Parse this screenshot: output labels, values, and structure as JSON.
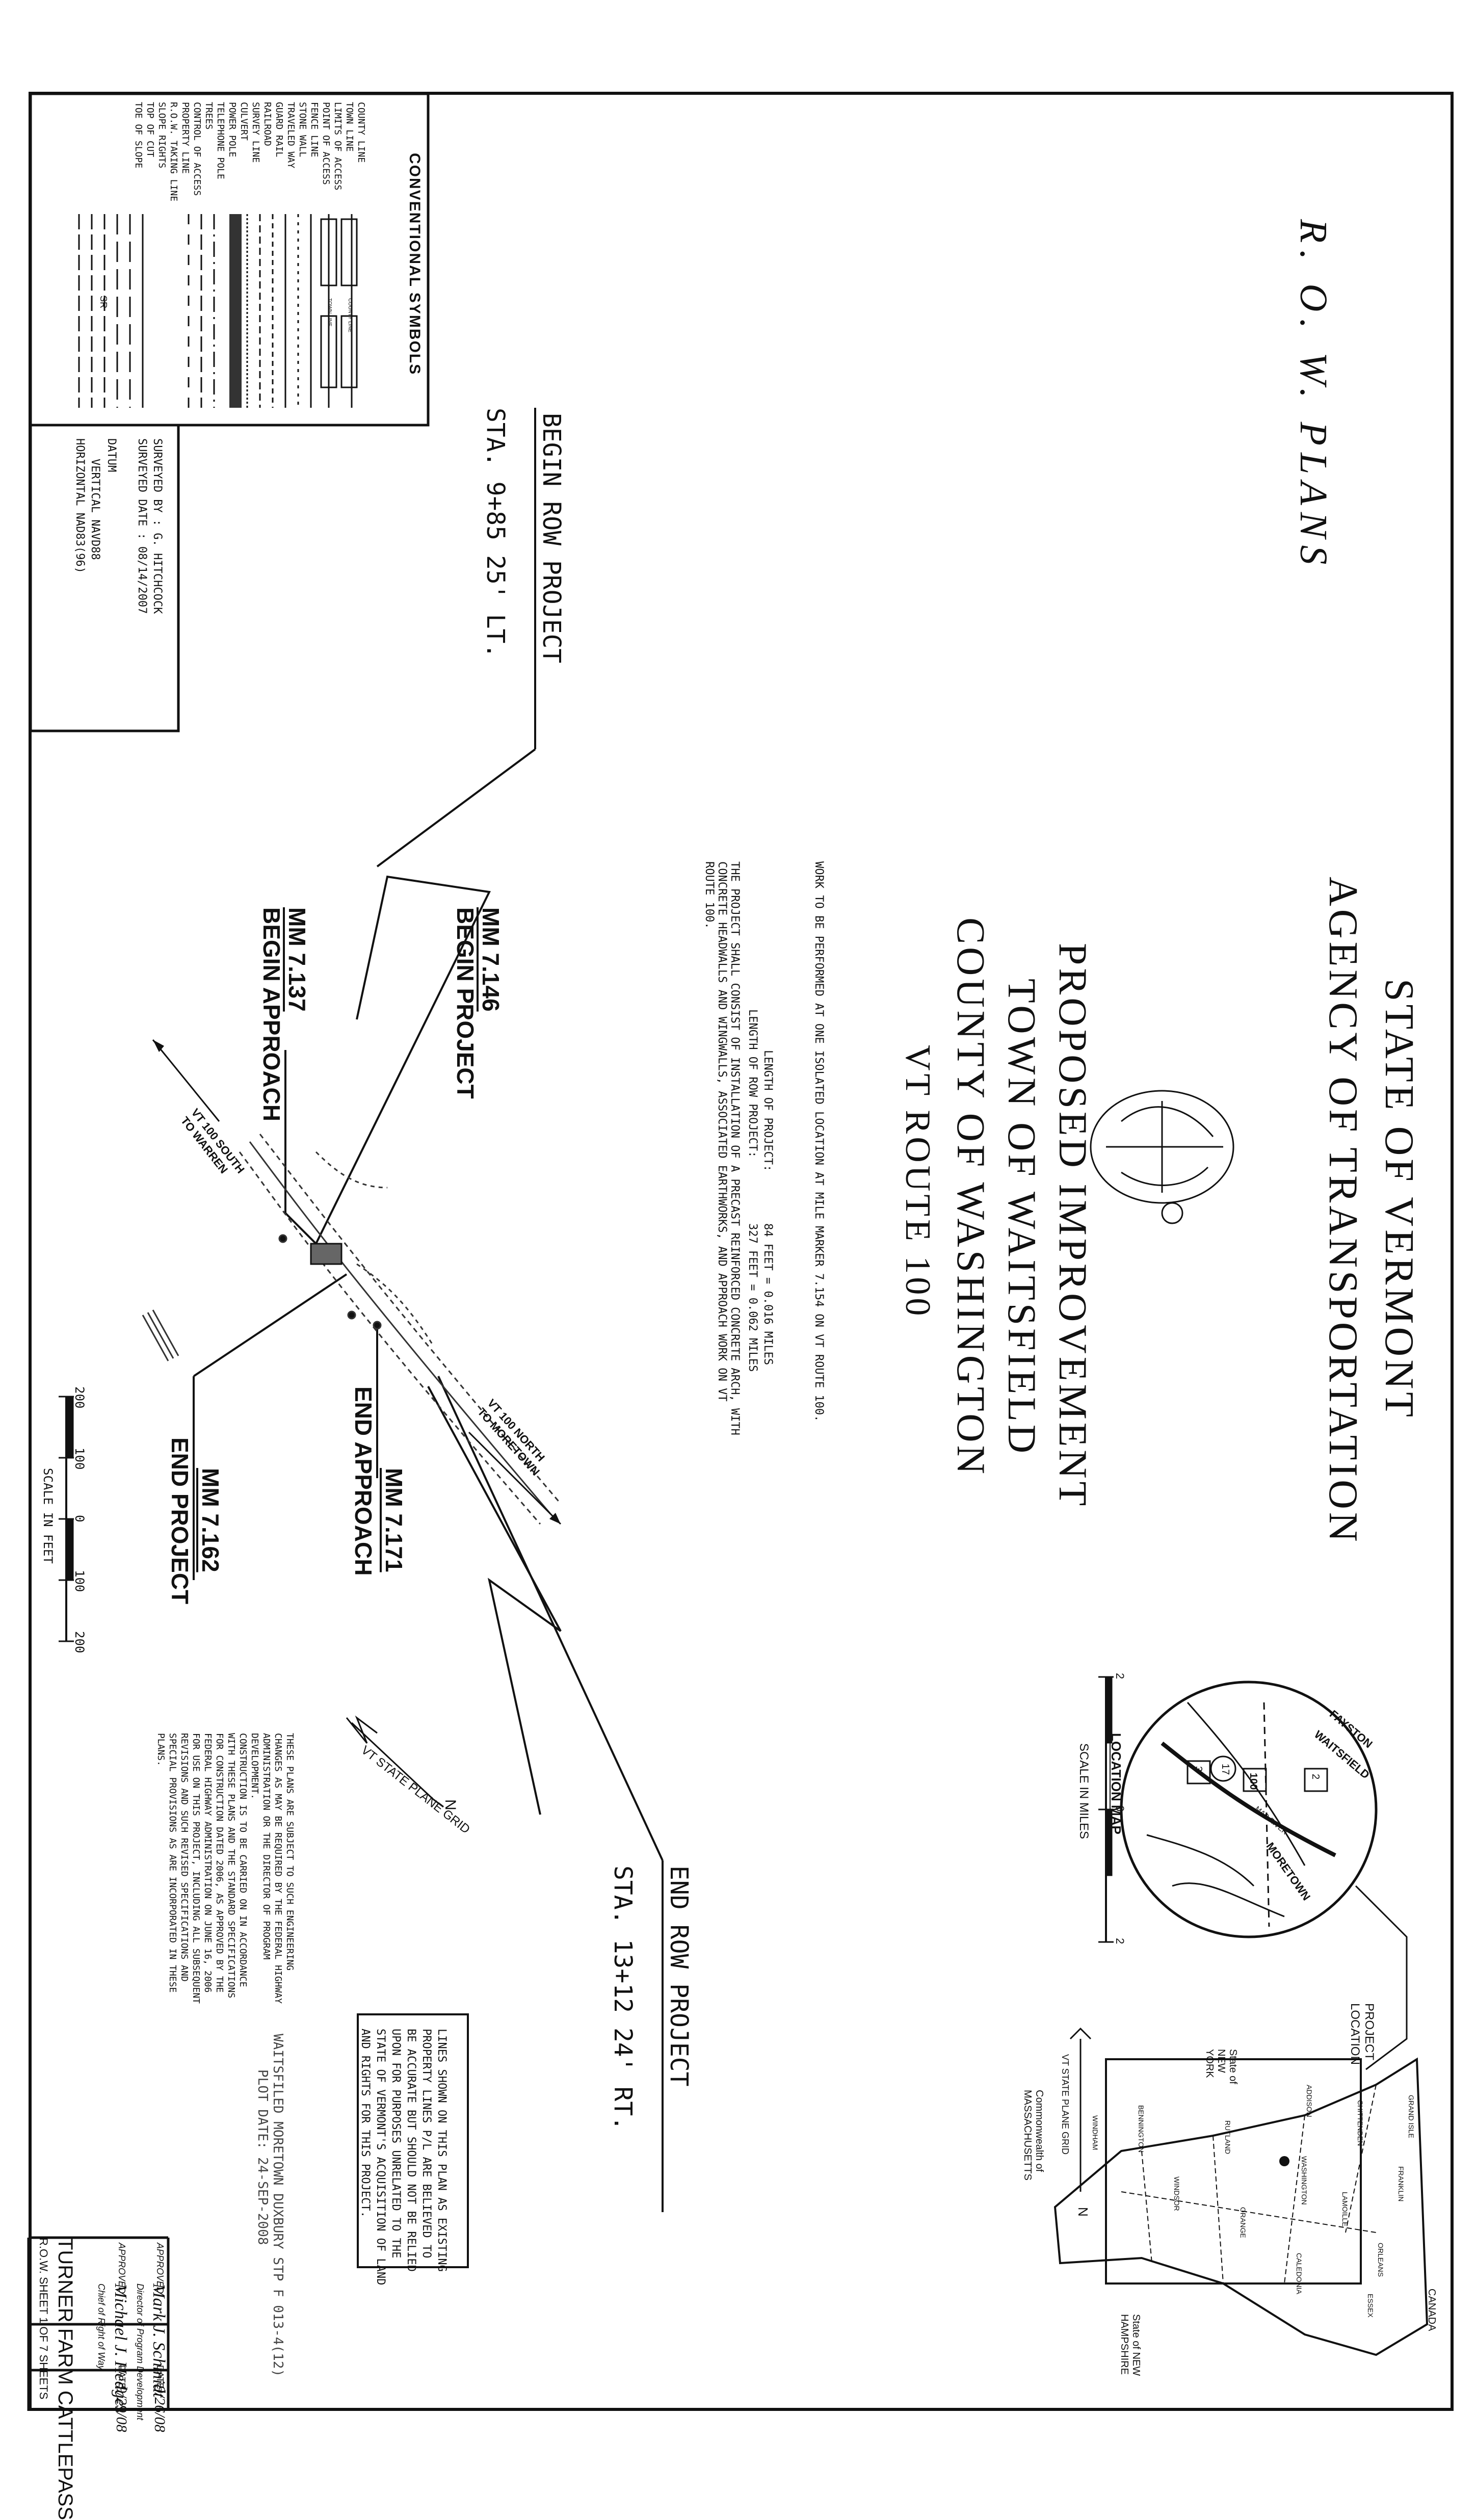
{
  "title": {
    "state": "STATE OF VERMONT",
    "agency": "AGENCY OF TRANSPORTATION",
    "proposed": "PROPOSED IMPROVEMENT",
    "town": "TOWN OF WAITSFIELD",
    "county": "COUNTY OF WASHINGTON",
    "route": "VT ROUTE 100"
  },
  "row_plans": "R. O. W. PLANS",
  "project_info": {
    "work": "WORK TO BE PERFORMED AT ONE ISOLATED LOCATION AT MILE MARKER 7.154 ON VT ROUTE 100.",
    "length_label": "LENGTH OF PROJECT:",
    "length_value": "84 FEET = 0.016 MILES",
    "row_length_label": "LENGTH OF ROW PROJECT:",
    "row_length_value": "327 FEET = 0.062 MILES",
    "consist_1": "THE PROJECT SHALL CONSIST OF INSTALLATION OF A PRECAST REINFORCED CONCRETE ARCH, WITH",
    "consist_2": "CONCRETE HEADWALLS AND WINGWALLS, ASSOCIATED EARTHWORKS, AND APPROACH WORK ON VT",
    "consist_3": "ROUTE 100."
  },
  "conventional_symbols": {
    "title": "CONVENTIONAL SYMBOLS",
    "items": [
      "COUNTY LINE",
      "TOWN LINE",
      "LIMITS OF ACCESS",
      "POINT OF ACCESS",
      "FENCE LINE",
      "STONE WALL",
      "TRAVELED WAY",
      "GUARD RAIL",
      "RAILROAD",
      "SURVEY LINE",
      "CULVERT",
      "POWER POLE",
      "TELEPHONE POLE",
      "TREES",
      "CONTROL OF ACCESS",
      "PROPERTY LINE",
      "R.O.W. TAKING LINE",
      "SLOPE RIGHTS",
      "TOP OF CUT",
      "TOE OF SLOPE"
    ],
    "county_line_label": "COUNTY LINE",
    "town_line_label": "TOWN LINE",
    "sr": "SR"
  },
  "survey": {
    "by": "SURVEYED BY : G. HITCHCOCK",
    "date": "SURVEYED DATE : 08/14/2007",
    "datum": "DATUM",
    "vertical": "VERTICAL   NAVD88",
    "horizontal": "HORIZONTAL   NAD83(96)"
  },
  "begin_row": {
    "label": "BEGIN ROW PROJECT",
    "station": "STA. 9+85  25' LT."
  },
  "end_row": {
    "label": "END ROW PROJECT",
    "station": "STA. 13+12  24' RT."
  },
  "mile_markers": {
    "mm146": "MM 7.146",
    "begin_project": "BEGIN PROJECT",
    "mm137": "MM 7.137",
    "begin_approach": "BEGIN APPROACH",
    "mm171": "MM 7.171",
    "end_approach": "END APPROACH",
    "mm162": "MM 7.162",
    "end_project": "END PROJECT"
  },
  "road_labels": {
    "south_1": "VT 100 SOUTH",
    "south_2": "TO WARREN",
    "north_1": "VT 100 NORTH",
    "north_2": "TO MORETOWN"
  },
  "scale_feet": {
    "t200a": "200",
    "t100a": "100",
    "t0": "0",
    "t100b": "100",
    "t200b": "200",
    "label": "SCALE IN FEET"
  },
  "location_map": {
    "title": "LOCATION MAP",
    "scale_label": "SCALE IN MILES",
    "t2a": "2",
    "t0": "0",
    "t2b": "2",
    "fayston": "FAYSTON",
    "waitsfield": "WAITSFIELD",
    "moretown": "MORETOWN",
    "mad_river": "MAD RIVER",
    "route_100": "100",
    "route_17": "17",
    "route_2": "2",
    "route_3": "3"
  },
  "project_location": "PROJECT LOCATION",
  "state_map": {
    "new_york": "State of NEW YORK",
    "canada": "CANADA",
    "new_hampshire": "State of NEW HAMPSHIRE",
    "massachusetts": "Commonwealth of MASSACHUSETTS",
    "counties": [
      "GRAND ISLE",
      "FRANKLIN",
      "ORLEANS",
      "ESSEX",
      "CHITTENDEN",
      "LAMOILLE",
      "CALEDONIA",
      "ADDISON",
      "WASHINGTON",
      "ORANGE",
      "RUTLAND",
      "WINDSOR",
      "BENNINGTON",
      "WINDHAM"
    ],
    "grid_label": "VT STATE PLANE GRID",
    "north": "N"
  },
  "grid_main": {
    "label": "VT STATE PLANE GRID",
    "north": "N"
  },
  "notes_block": [
    "THESE PLANS ARE SUBJECT TO SUCH ENGINEERING",
    "CHANGES AS MAY BE REQUIRED BY THE FEDERAL HIGHWAY",
    "ADMINISTRATION OR THE DIRECTOR OF PROGRAM",
    "DEVELOPMENT.",
    "CONSTRUCTION IS TO BE CARRIED ON IN ACCORDANCE",
    "WITH THESE PLANS AND THE STANDARD SPECIFICATIONS",
    "FOR CONSTRUCTION DATED 2006, AS APPROVED BY THE",
    "FEDERAL HIGHWAY ADMINISTRATION ON JUNE 16, 2006",
    "FOR USE ON THIS PROJECT, INCLUDING ALL SUBSEQUENT",
    "REVISIONS AND SUCH REVISED SPECIFICATIONS AND",
    "SPECIAL PROVISIONS AS ARE INCORPORATED IN THESE",
    "PLANS."
  ],
  "property_note": [
    "LINES SHOWN ON THIS PLAN AS EXISTING",
    "PROPERTY LINES P/L ARE BELIEVED TO",
    "BE ACCURATE BUT SHOULD NOT BE RELIED",
    "UPON FOR PURPOSES UNRELATED TO THE",
    "STATE OF VERMONT'S ACQUISITION OF LAND",
    "AND RIGHTS FOR THIS PROJECT."
  ],
  "project_number": "WAITSFILED MORETOWN DUXBURY STP F 013-4(12)",
  "plot_date": "PLOT DATE: 24-SEP-2008",
  "approvals": {
    "approved1": "APPROVED",
    "sig1": "Mark J. Schmidt",
    "title1": "Director of Program Development",
    "date_label": "DATE",
    "date1": "9/26/08",
    "approved2": "APPROVED",
    "sig2": "Michael J. Hedges",
    "title2": "Chief of Right of Way",
    "date2": "9/29/08"
  },
  "sheet_title": "TURNER FARM CATTLEPASS",
  "sheet_number": "R.O.W. SHEET 1 OF 7 SHEETS",
  "colors": {
    "ink": "#111111",
    "paper": "#ffffff"
  }
}
